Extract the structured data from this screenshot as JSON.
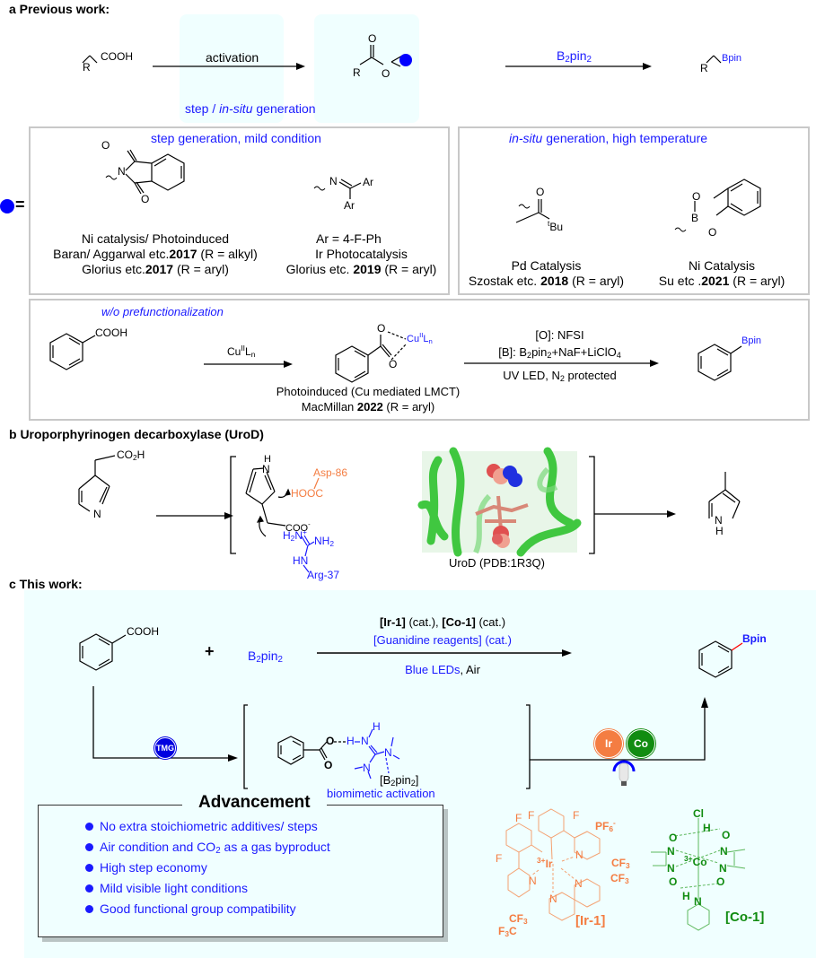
{
  "colors": {
    "blue": "#1a1aff",
    "orange": "#f47d42",
    "green": "#118c11",
    "panel_bg": "#f0ffff",
    "box_border": "#c8c8c8"
  },
  "section_a": {
    "header": "a Previous work:",
    "reactant": {
      "R": "R",
      "group": "COOH"
    },
    "arrow1_label": "activation",
    "intermediate": {
      "O_top": "O",
      "O": "O",
      "R": "R",
      "caption_pre": "step / ",
      "caption_italic": "in-situ",
      "caption_post": " generation"
    },
    "arrow2_label": "B2pin2",
    "product": {
      "R": "R",
      "group": "Bpin"
    },
    "equals": "=",
    "box_left": {
      "title": "step generation, mild condition",
      "nhpi": {
        "N": "N",
        "O1": "O",
        "O2": "O",
        "caption": [
          "Ni catalysis/ Photoinduced",
          "Baran/ Aggarwal etc.",
          "2017",
          " (R = alkyl)",
          "Glorius etc.",
          "2017",
          " (R = aryl)"
        ]
      },
      "imine": {
        "N": "N",
        "Ar1": "Ar",
        "Ar2": "Ar",
        "def": "Ar = 4-F-Ph",
        "caption": [
          "Ir Photocatalysis",
          "Glorius etc. ",
          "2019",
          " (R = aryl)"
        ]
      }
    },
    "box_right": {
      "title_italic": "in-situ",
      "title_rest": " generation, high temperature",
      "pd": {
        "O": "O",
        "tBu_sup": "t",
        "tBu": "Bu",
        "caption": [
          "Pd Catalysis",
          "Szostak etc. ",
          "2018",
          "  (R = aryl)"
        ]
      },
      "ni": {
        "O1": "O",
        "O2": "O",
        "B": "B",
        "caption": [
          "Ni Catalysis",
          "Su etc .",
          "2021",
          " (R = aryl)"
        ]
      }
    },
    "box_bottom": {
      "title": "w/o prefunctionalization",
      "reactant_group": "COOH",
      "arrow1_label": {
        "cu": "Cu",
        "sup": "II",
        "L": "L",
        "sub": "n"
      },
      "complex": {
        "O1": "O",
        "O2": "O",
        "cu": "Cu",
        "sup": "II",
        "L": "L",
        "sub": "n"
      },
      "conditions": [
        "[O]: NFSI",
        "[B]: B2pin2+NaF+LiClO4",
        "UV LED, N2 protected"
      ],
      "product_group": "Bpin",
      "caption": [
        "Photoinduced (Cu mediated LMCT)",
        "MacMillan ",
        "2022",
        " (R = aryl)"
      ]
    }
  },
  "section_b": {
    "header": "b Uroporphyrinogen decarboxylase (UroD)",
    "substrate": {
      "group": "CO2H",
      "N": "N"
    },
    "intermediate": {
      "NH_H": "H",
      "NH_N": "N",
      "coo": "COO",
      "coo_charge": "-"
    },
    "asp": {
      "label": "Asp-86",
      "acid": "HOOC"
    },
    "arg": {
      "h2n": "H2N",
      "plus": "+",
      "nh2": "NH2",
      "hn": "HN",
      "label": "Arg-37"
    },
    "protein_caption": "UroD (PDB:1R3Q)",
    "product": {
      "N": "N",
      "H": "H"
    }
  },
  "section_c": {
    "header": "c This work:",
    "reactant_group": "COOH",
    "plus": "+",
    "reagent": "B2pin2",
    "conditions": {
      "line1_ir": "[Ir-1]",
      "line1_mid": " (cat.), ",
      "line1_co": "[Co-1]",
      "line1_end": " (cat.)",
      "line2": "[Guanidine reagents] (cat.)",
      "line3_blue": "Blue LEDs",
      "line3_rest": ", Air"
    },
    "product_group": "Bpin",
    "tmg_badge": "TMG",
    "complex": {
      "O1": "O",
      "O2": "O",
      "H": "H",
      "N1": "N",
      "H_top": "H",
      "N2": "N",
      "N3": "N",
      "b2pin2": "[B2pin2]"
    },
    "complex_caption": "biomimetic activation",
    "ir_badge": "Ir",
    "co_badge": "Co",
    "advancement": {
      "title": "Advancement",
      "items": [
        "No extra stoichiometric additives/ steps",
        "Air condition and CO2 as a gas byproduct",
        "High step economy",
        "Mild visible light conditions",
        "Good functional group compatibility"
      ]
    },
    "ir1": {
      "label": "[Ir-1]",
      "F": "F",
      "pf6": "PF6",
      "pf6_charge": "-",
      "charge": "3+",
      "metal": "Ir",
      "N": "N",
      "CF3": "CF3",
      "F3C": "F3C"
    },
    "co1": {
      "label": "[Co-1]",
      "Cl": "Cl",
      "H": "H",
      "O": "O",
      "N": "N",
      "charge": "3+",
      "metal": "Co"
    }
  }
}
